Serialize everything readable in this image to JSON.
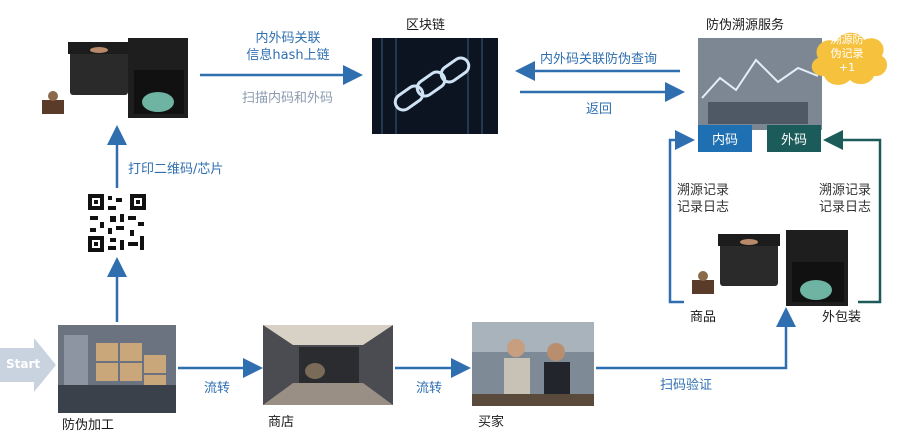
{
  "labels": {
    "link_info": "内外码关联\n信息hash上链",
    "scan_codes": "扫描内码和外码",
    "blockchain": "区块链",
    "query": "内外码关联防伪查询",
    "return": "返回",
    "trace_service": "防伪溯源服务",
    "print_code": "打印二维码/芯片",
    "inner_code": "内码",
    "outer_code": "外码",
    "cloud_note": "溯源防\n伪记录\n+1",
    "log_left": "溯源记录\n记录日志",
    "log_right": "溯源记录\n记录日志",
    "goods": "商品",
    "outer_pack": "外包装",
    "start": "Start",
    "processing": "防伪加工",
    "flow1": "流转",
    "store": "商店",
    "flow2": "流转",
    "buyer": "买家",
    "scan_verify": "扫码验证"
  },
  "colors": {
    "arrow_blue": "#2f6fb0",
    "inner_tag": "#1f6fb3",
    "outer_tag": "#1b5c5a",
    "cloud": "#f6c23e",
    "start_arrow": "#c9d3e0"
  }
}
